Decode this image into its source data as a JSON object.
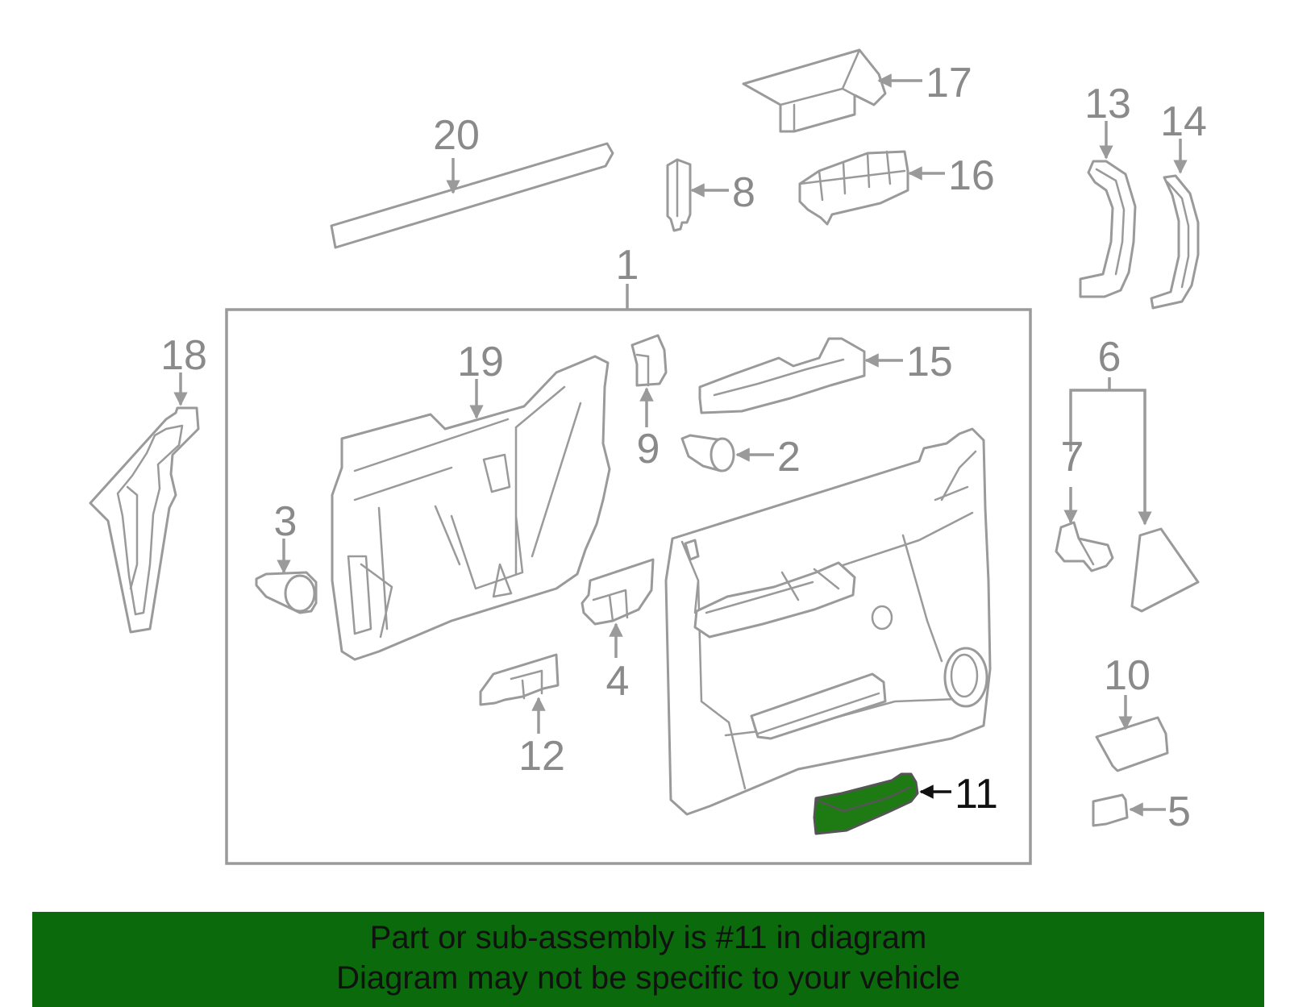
{
  "callouts": {
    "c1": "1",
    "c2": "2",
    "c3": "3",
    "c4": "4",
    "c5": "5",
    "c6": "6",
    "c7": "7",
    "c8": "8",
    "c9": "9",
    "c10": "10",
    "c11": "11",
    "c12": "12",
    "c13": "13",
    "c14": "14",
    "c15": "15",
    "c16": "16",
    "c17": "17",
    "c18": "18",
    "c19": "19",
    "c20": "20"
  },
  "highlighted_part": "11",
  "colors": {
    "highlight": "#1e7a12",
    "banner": "#0b6a0b",
    "line": "#9a9a9a"
  },
  "banner": {
    "line1": "Part or sub-assembly is #11 in diagram",
    "line2": "Diagram may not be specific to your vehicle"
  }
}
